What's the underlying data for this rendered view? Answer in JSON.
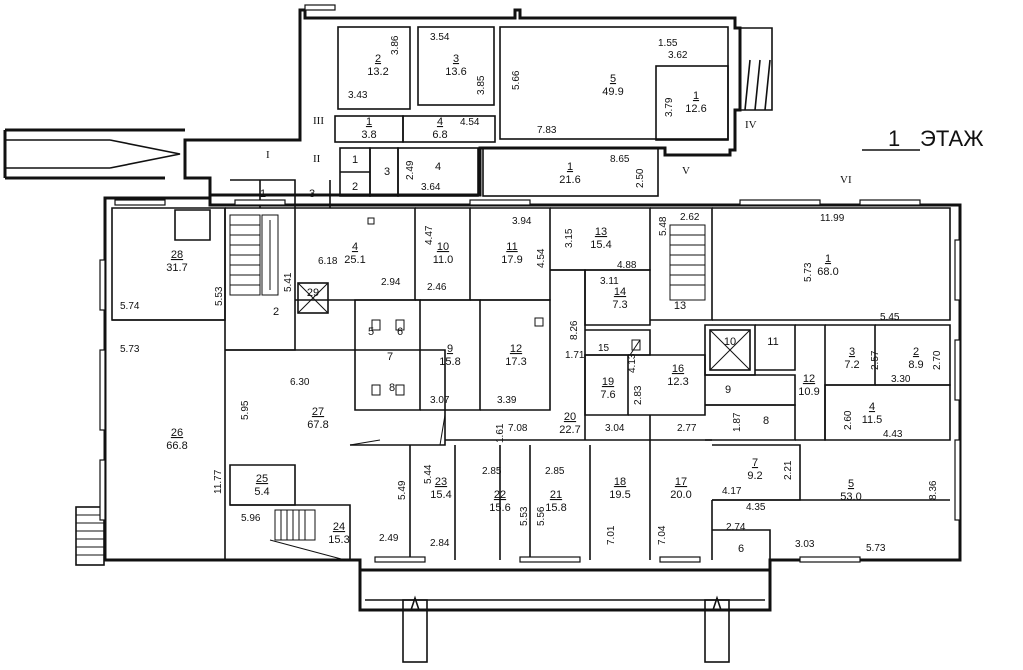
{
  "title": {
    "number": "1",
    "text": "ЭТАЖ"
  },
  "rooms": [
    {
      "id": "2",
      "area": "13.2"
    },
    {
      "id": "3",
      "area": "13.6"
    },
    {
      "id": "5",
      "area": "49.9"
    },
    {
      "id": "1",
      "area": "12.6"
    },
    {
      "id": "1",
      "area": "3.8"
    },
    {
      "id": "4",
      "area": "6.8"
    },
    {
      "id": "1",
      "area": "21.6"
    },
    {
      "id": "28",
      "area": "31.7"
    },
    {
      "id": "4",
      "area": "25.1"
    },
    {
      "id": "10",
      "area": "11.0"
    },
    {
      "id": "11",
      "area": "17.9"
    },
    {
      "id": "13",
      "area": "15.4"
    },
    {
      "id": "14",
      "area": "7.3"
    },
    {
      "id": "1",
      "area": "68.0"
    },
    {
      "id": "9",
      "area": "15.8"
    },
    {
      "id": "12",
      "area": "17.3"
    },
    {
      "id": "16",
      "area": "12.3"
    },
    {
      "id": "19",
      "area": "7.6"
    },
    {
      "id": "3",
      "area": "7.2"
    },
    {
      "id": "2",
      "area": "8.9"
    },
    {
      "id": "12",
      "area": "10.9"
    },
    {
      "id": "4",
      "area": "11.5"
    },
    {
      "id": "26",
      "area": "66.8"
    },
    {
      "id": "27",
      "area": "67.8"
    },
    {
      "id": "20",
      "area": "22.7"
    },
    {
      "id": "7",
      "area": "9.2"
    },
    {
      "id": "25",
      "area": "5.4"
    },
    {
      "id": "23",
      "area": "15.4"
    },
    {
      "id": "22",
      "area": "15.6"
    },
    {
      "id": "21",
      "area": "15.8"
    },
    {
      "id": "18",
      "area": "19.5"
    },
    {
      "id": "17",
      "area": "20.0"
    },
    {
      "id": "5",
      "area": "53.0"
    },
    {
      "id": "24",
      "area": "15.3"
    }
  ],
  "labels": [
    "1",
    "2",
    "3",
    "4",
    "1",
    "3",
    "2",
    "29",
    "5",
    "6",
    "7",
    "8",
    "13",
    "15",
    "10",
    "11",
    "9",
    "8",
    "6"
  ],
  "entrances": [
    "I",
    "II",
    "III",
    "IV",
    "V",
    "VI"
  ],
  "dimensions": [
    "3.86",
    "3.54",
    "1.55",
    "3.62",
    "3.43",
    "3.85",
    "5.66",
    "3.79",
    "7.83",
    "4.54",
    "2.49",
    "3.64",
    "8.65",
    "2.50",
    "6.18",
    "4.47",
    "3.94",
    "3.15",
    "5.48",
    "2.62",
    "11.99",
    "5.41",
    "2.94",
    "2.46",
    "4.54",
    "4.88",
    "3.11",
    "5.73",
    "5.74",
    "5.53",
    "8.26",
    "5.45",
    "5.73",
    "1.71",
    "4.13",
    "2.57",
    "2.70",
    "3.30",
    "6.30",
    "5.95",
    "3.07",
    "3.39",
    "2.83",
    "1.87",
    "2.60",
    "4.43",
    "1.61",
    "7.08",
    "3.04",
    "2.77",
    "11.77",
    "2.21",
    "5.44",
    "2.85",
    "2.85",
    "4.17",
    "8.36",
    "5.49",
    "4.35",
    "5.53",
    "5.56",
    "5.96",
    "7.01",
    "7.04",
    "2.74",
    "3.03",
    "5.73",
    "2.49",
    "2.84"
  ]
}
